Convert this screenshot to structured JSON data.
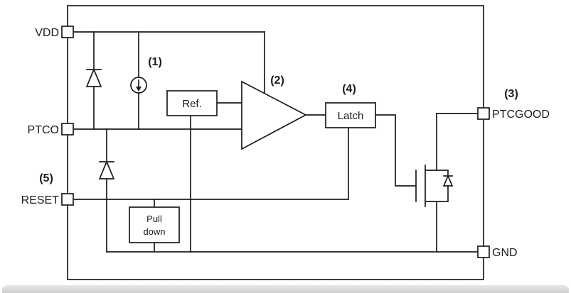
{
  "diagram": {
    "pins": {
      "vdd": {
        "label": "VDD"
      },
      "ptco": {
        "label": "PTCO"
      },
      "reset": {
        "label": "RESET"
      },
      "ptcgood": {
        "label": "PTCGOOD"
      },
      "gnd": {
        "label": "GND"
      }
    },
    "blocks": {
      "ref": {
        "label": "Ref."
      },
      "latch": {
        "label": "Latch"
      },
      "pulldown": {
        "line1": "Pull",
        "line2": "down"
      }
    },
    "annotations": {
      "n1": "(1)",
      "n2": "(2)",
      "n3": "(3)",
      "n4": "(4)",
      "n5": "(5)"
    },
    "colors": {
      "line": "#1c1c1c",
      "annotation": "#2222c4",
      "background": "#ffffff"
    }
  }
}
